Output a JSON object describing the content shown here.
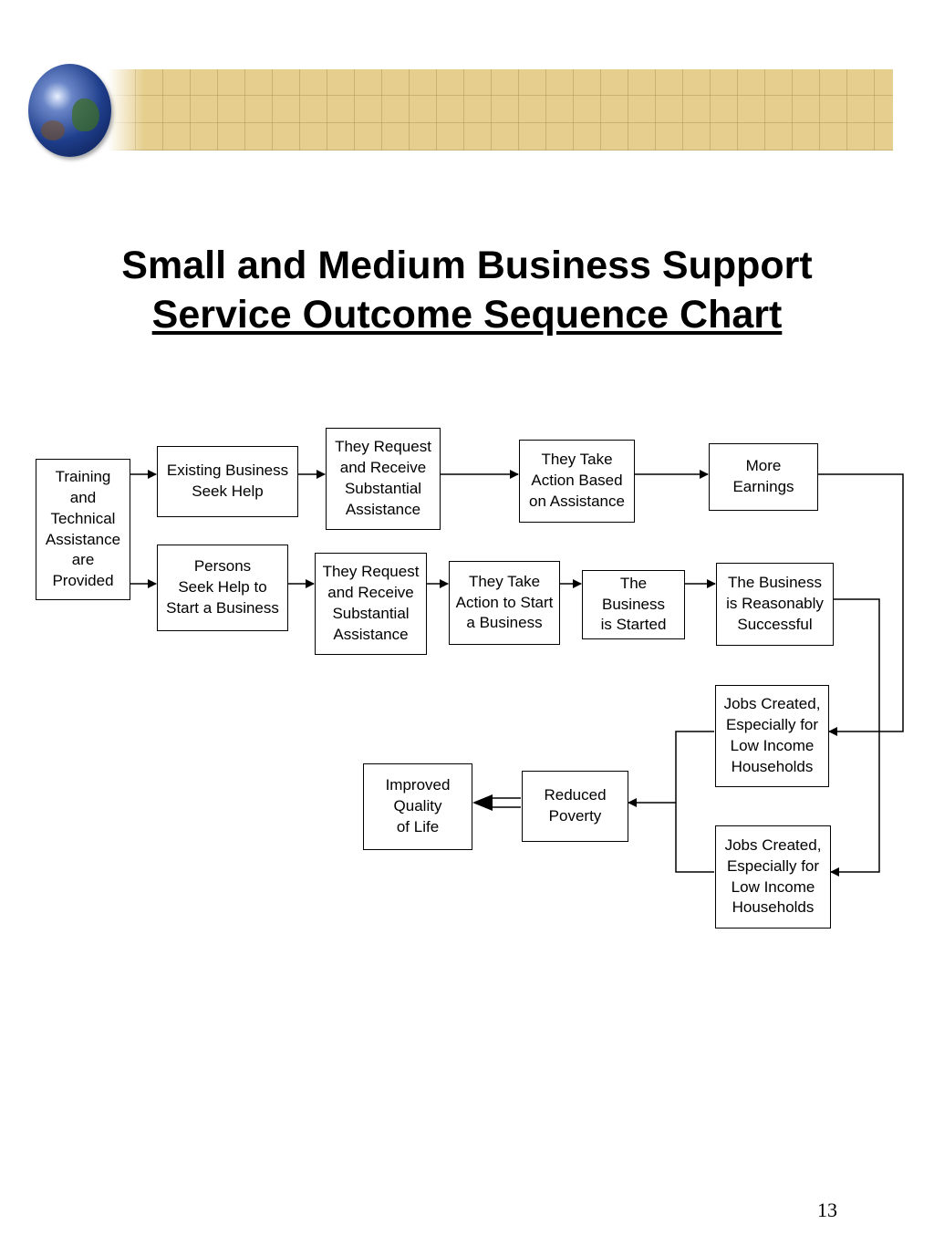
{
  "header": {
    "globe_icon": "globe-icon",
    "banner": "world-map-banner"
  },
  "title": {
    "line1": "Small and Medium Business Support",
    "line2": "Service Outcome Sequence Chart"
  },
  "nodes": {
    "training": "Training\nand\nTechnical\nAssistance\nare\nProvided",
    "existing_business": "Existing Business\nSeek Help",
    "request_receive_1": "They Request\nand Receive\nSubstantial\nAssistance",
    "take_action_assistance": "They Take\nAction Based\non Assistance",
    "more_earnings": "More\nEarnings",
    "persons_seek_help": "Persons\nSeek Help to\nStart a Business",
    "request_receive_2": "They Request\nand Receive\nSubstantial\nAssistance",
    "take_action_start": "They Take\nAction to Start\na Business",
    "business_started": "The\nBusiness\nis Started",
    "business_successful": "The Business\nis Reasonably\nSuccessful",
    "jobs_created_1": "Jobs Created,\nEspecially for\nLow Income\nHouseholds",
    "jobs_created_2": "Jobs Created,\nEspecially for\nLow Income\nHouseholds",
    "reduced_poverty": "Reduced\nPoverty",
    "improved_quality": "Improved\nQuality\nof Life"
  },
  "footer": {
    "page_number": "13"
  }
}
